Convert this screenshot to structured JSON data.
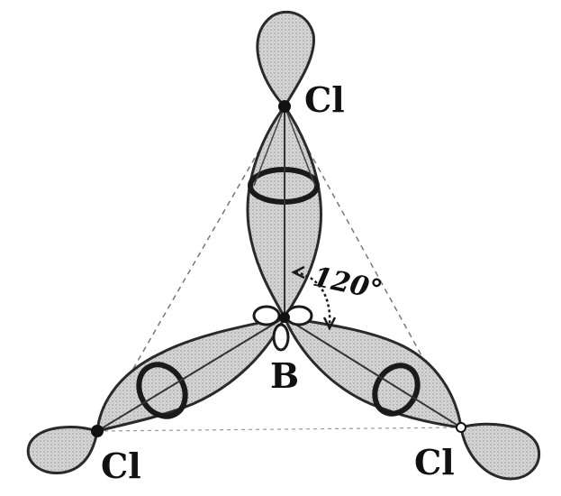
{
  "diagram": {
    "molecule": "BCl3",
    "center_atom": "B",
    "outer_atoms": [
      "Cl",
      "Cl",
      "Cl"
    ],
    "bond_angle_label": "120°",
    "colors": {
      "lobe_fill": "#c9c9c9",
      "lobe_stroke": "#2a2a2a",
      "dashed_line": "#777777",
      "text": "#111111"
    }
  }
}
